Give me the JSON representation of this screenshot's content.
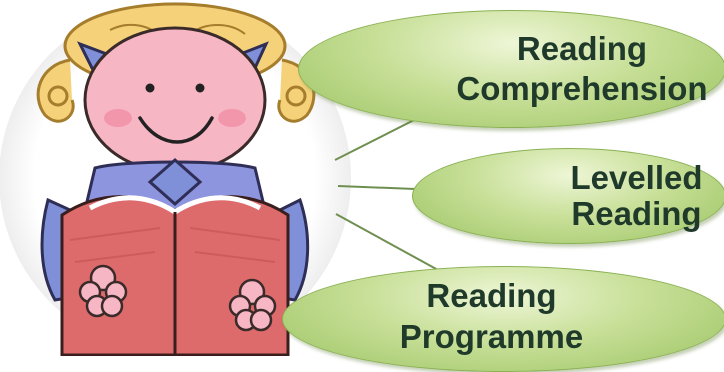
{
  "nodes": [
    {
      "id": "reading-comprehension",
      "label": "Reading\nComprehension"
    },
    {
      "id": "levelled-reading",
      "label": "Levelled\nReading"
    },
    {
      "id": "reading-programme",
      "label": "Reading\nProgramme"
    }
  ],
  "colors": {
    "bubble_fill": "#c7df97",
    "bubble_border": "#8bb154",
    "connector": "#6e8f4f",
    "label_text": "#1f3a2a"
  }
}
